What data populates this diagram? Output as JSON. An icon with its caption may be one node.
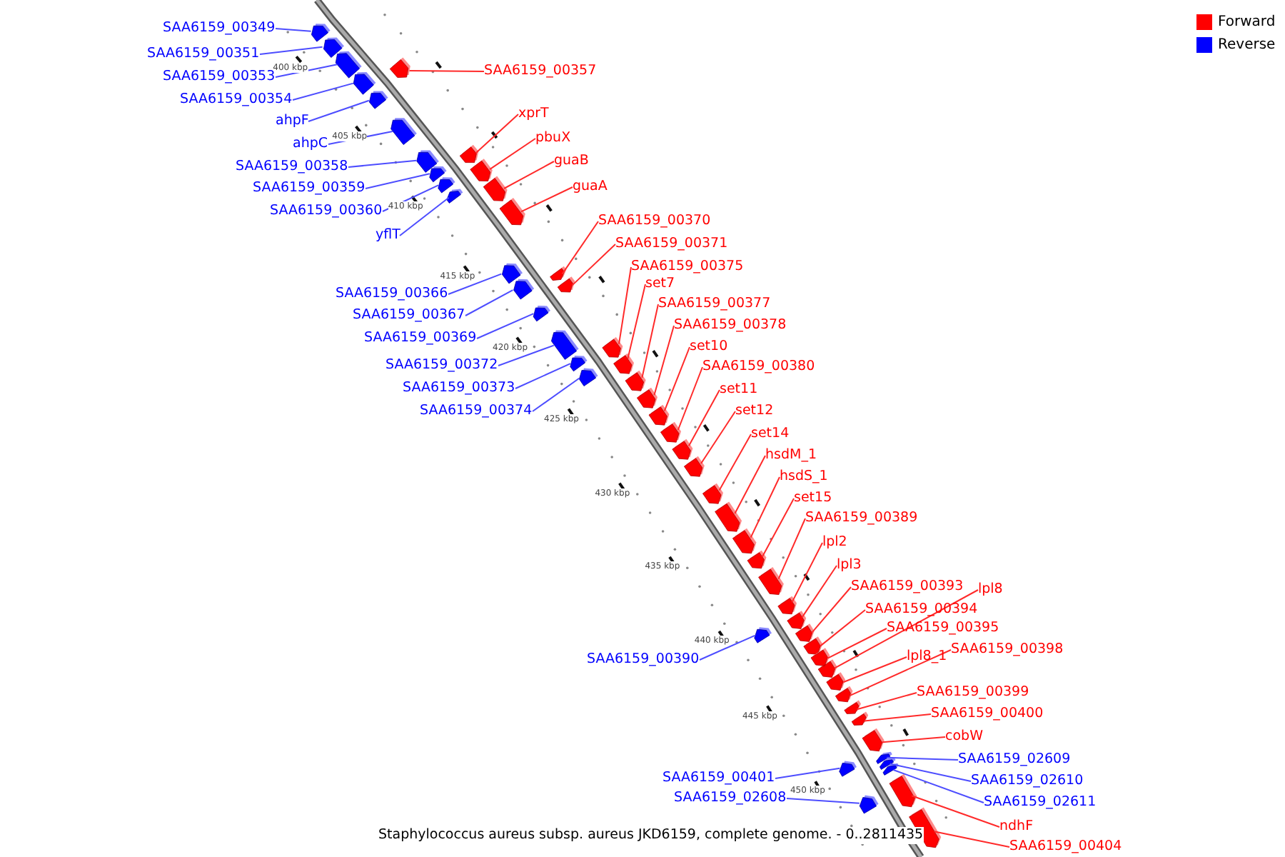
{
  "diagram": {
    "caption": "Staphylococcus aureus subsp. aureus JKD6159, complete genome. - 0..2811435",
    "nodes": [
      {
        "text": [
          "SAA6159_00349"
        ]
      },
      {
        "text": [
          "SAA6159_00351"
        ]
      },
      {
        "text": [
          "SAA6159_00353"
        ]
      },
      {
        "text": [
          "SAA6159_00357"
        ]
      },
      {
        "text": [
          "SAA6159_00354"
        ]
      },
      {
        "text": [
          "ahpF"
        ]
      },
      {
        "text": [
          "xprT"
        ]
      },
      {
        "text": [
          "pbuX"
        ]
      },
      {
        "text": [
          "ahpC"
        ]
      },
      {
        "text": [
          "guaB"
        ]
      },
      {
        "text": [
          "SAA6159_00358"
        ]
      },
      {
        "text": [
          "guaA"
        ]
      },
      {
        "text": [
          "SAA6159_00359"
        ]
      },
      {
        "text": [
          "SAA6159_00360"
        ]
      },
      {
        "text": [
          "SAA6159_00370"
        ]
      },
      {
        "text": [
          "yflT"
        ]
      },
      {
        "text": [
          "SAA6159_00371"
        ]
      },
      {
        "text": [
          "SAA6159_00375"
        ]
      },
      {
        "text": [
          "set7"
        ]
      },
      {
        "text": [
          "SAA6159_00366"
        ]
      },
      {
        "text": [
          "SAA6159_00377"
        ]
      },
      {
        "text": [
          "SAA6159_00367"
        ]
      },
      {
        "text": [
          "SAA6159_00378"
        ]
      },
      {
        "text": [
          "SAA6159_00369"
        ]
      },
      {
        "text": [
          "set10"
        ]
      },
      {
        "text": [
          "SAA6159_00372"
        ]
      },
      {
        "text": [
          "SAA6159_00380"
        ]
      },
      {
        "text": [
          "SAA6159_00373"
        ]
      },
      {
        "text": [
          "set11"
        ]
      },
      {
        "text": [
          "SAA6159_00374"
        ]
      },
      {
        "text": [
          "set12"
        ]
      },
      {
        "text": [
          "set14"
        ]
      },
      {
        "text": [
          "hsdM_1"
        ]
      },
      {
        "text": [
          "hsdS_1"
        ]
      },
      {
        "text": [
          "set15"
        ]
      },
      {
        "text": [
          "SAA6159_00389"
        ]
      },
      {
        "text": [
          "lpl2"
        ]
      },
      {
        "text": [
          "lpl3"
        ]
      },
      {
        "text": [
          "SAA6159_00393"
        ]
      },
      {
        "text": [
          "lpl8"
        ]
      },
      {
        "text": [
          "SAA6159_00394"
        ]
      },
      {
        "text": [
          "SAA6159_00395"
        ]
      },
      {
        "text": [
          "SAA6159_00398"
        ]
      },
      {
        "text": [
          "lpl8_1"
        ]
      },
      {
        "text": [
          "SAA6159_00390"
        ]
      },
      {
        "text": [
          "SAA6159_00399"
        ]
      },
      {
        "text": [
          "SAA6159_00400"
        ]
      },
      {
        "text": [
          "cobW"
        ]
      },
      {
        "text": [
          "SAA6159_02609"
        ]
      },
      {
        "text": [
          "SAA6159_00401"
        ]
      },
      {
        "text": [
          "SAA6159_02610"
        ]
      },
      {
        "text": [
          "SAA6159_02608"
        ]
      },
      {
        "text": [
          "SAA6159_02611"
        ]
      },
      {
        "text": [
          "ndhF"
        ]
      },
      {
        "text": [
          "SAA6159_00404"
        ]
      },
      {
        "text": [],
        "shape": "bar"
      },
      {
        "text": [],
        "shape": "bar"
      },
      {
        "text": [],
        "shape": "bar"
      },
      {
        "text": [],
        "shape": "bar"
      },
      {
        "text": [],
        "shape": "bar"
      },
      {
        "text": [],
        "shape": "bar"
      },
      {
        "text": [],
        "shape": "bar"
      },
      {
        "text": [],
        "shape": "bar"
      },
      {
        "text": [],
        "shape": "bar"
      },
      {
        "text": [],
        "shape": "bar"
      },
      {
        "text": [],
        "shape": "bar"
      },
      {
        "text": [],
        "shape": "bar"
      },
      {
        "text": [],
        "shape": "bar"
      },
      {
        "text": [],
        "shape": "bar"
      },
      {
        "text": [],
        "shape": "bar"
      },
      {
        "text": [],
        "shape": "bar"
      },
      {
        "text": [],
        "shape": "bar"
      },
      {
        "text": [],
        "shape": "bar"
      },
      {
        "text": [],
        "shape": "bar"
      },
      {
        "text": [],
        "shape": "bar"
      },
      {
        "text": [],
        "shape": "bar"
      },
      {
        "text": [],
        "shape": "bar"
      },
      {
        "text": [],
        "shape": "bar"
      },
      {
        "text": [],
        "shape": "bar"
      },
      {
        "text": [],
        "shape": "bar"
      },
      {
        "text": [],
        "shape": "bar"
      },
      {
        "text": [],
        "shape": "bar"
      },
      {
        "text": [],
        "shape": "bar"
      },
      {
        "text": [],
        "shape": "bar"
      },
      {
        "text": [],
        "shape": "bar"
      },
      {
        "text": [],
        "shape": "bar"
      },
      {
        "text": [],
        "shape": "bar"
      },
      {
        "text": [],
        "shape": "bar"
      },
      {
        "text": [],
        "shape": "bar"
      },
      {
        "text": [],
        "shape": "bar"
      },
      {
        "text": [],
        "shape": "bar"
      },
      {
        "text": [],
        "shape": "bar"
      },
      {
        "text": [],
        "shape": "bar"
      },
      {
        "text": [],
        "shape": "bar"
      },
      {
        "text": [],
        "shape": "bar"
      },
      {
        "text": [],
        "shape": "bar"
      },
      {
        "text": [],
        "shape": "bar"
      },
      {
        "text": [],
        "shape": "bar"
      },
      {
        "text": [],
        "shape": "bar"
      },
      {
        "text": [],
        "shape": "bar"
      },
      {
        "text": [],
        "shape": "bar"
      },
      {
        "text": [],
        "shape": "bar"
      },
      {
        "text": [],
        "shape": "bar"
      },
      {
        "text": [],
        "shape": "bar"
      },
      {
        "text": [],
        "shape": "bar"
      },
      {
        "text": [],
        "shape": "bar"
      },
      {
        "text": [],
        "shape": "bar"
      },
      {
        "text": [],
        "shape": "bar"
      },
      {
        "text": [],
        "shape": "bar"
      },
      {
        "text": [],
        "shape": "bar"
      }
    ],
    "edges": [
      {
        "from": 0,
        "to": 55,
        "arrow": "none",
        "color": "#4d4dff"
      },
      {
        "from": 1,
        "to": 56,
        "arrow": "none",
        "color": "#4d4dff"
      },
      {
        "from": 2,
        "to": 57,
        "arrow": "none",
        "color": "#4d4dff"
      },
      {
        "from": 3,
        "to": 58,
        "arrow": "none"
      },
      {
        "from": 4,
        "to": 59,
        "arrow": "none",
        "color": "#4d4dff"
      },
      {
        "from": 5,
        "to": 60,
        "arrow": "none",
        "color": "#4d4dff"
      },
      {
        "from": 6,
        "to": 61,
        "arrow": "none"
      },
      {
        "from": 7,
        "to": 62,
        "arrow": "none"
      },
      {
        "from": 8,
        "to": 63,
        "arrow": "none",
        "color": "#4d4dff"
      },
      {
        "from": 9,
        "to": 64,
        "arrow": "none"
      },
      {
        "from": 10,
        "to": 65,
        "arrow": "none",
        "color": "#4d4dff"
      },
      {
        "from": 11,
        "to": 66,
        "arrow": "none"
      },
      {
        "from": 12,
        "to": 67,
        "arrow": "none",
        "color": "#4d4dff"
      },
      {
        "from": 13,
        "to": 68,
        "arrow": "none",
        "color": "#4d4dff"
      },
      {
        "from": 14,
        "to": 69,
        "arrow": "none"
      },
      {
        "from": 15,
        "to": 70,
        "arrow": "none",
        "color": "#4d4dff"
      },
      {
        "from": 16,
        "to": 71,
        "arrow": "none"
      },
      {
        "from": 17,
        "to": 72,
        "arrow": "none"
      },
      {
        "from": 18,
        "to": 73,
        "arrow": "none"
      },
      {
        "from": 19,
        "to": 74,
        "arrow": "none",
        "color": "#4d4dff"
      },
      {
        "from": 20,
        "to": 75,
        "arrow": "none"
      },
      {
        "from": 21,
        "to": 76,
        "arrow": "none",
        "color": "#4d4dff"
      },
      {
        "from": 22,
        "to": 77,
        "arrow": "none"
      },
      {
        "from": 23,
        "to": 78,
        "arrow": "none",
        "color": "#4d4dff"
      },
      {
        "from": 24,
        "to": 79,
        "arrow": "none"
      },
      {
        "from": 25,
        "to": 80,
        "arrow": "none",
        "color": "#4d4dff"
      },
      {
        "from": 26,
        "to": 81,
        "arrow": "none"
      },
      {
        "from": 27,
        "to": 82,
        "arrow": "none",
        "color": "#4d4dff"
      },
      {
        "from": 28,
        "to": 83,
        "arrow": "none"
      },
      {
        "from": 29,
        "to": 84,
        "arrow": "none",
        "color": "#4d4dff"
      },
      {
        "from": 30,
        "to": 85,
        "arrow": "none"
      },
      {
        "from": 31,
        "to": 86,
        "arrow": "none"
      },
      {
        "from": 32,
        "to": 87,
        "arrow": "none"
      },
      {
        "from": 33,
        "to": 88,
        "arrow": "none"
      },
      {
        "from": 34,
        "to": 89,
        "arrow": "none"
      },
      {
        "from": 35,
        "to": 90,
        "arrow": "none"
      },
      {
        "from": 36,
        "to": 91,
        "arrow": "none"
      },
      {
        "from": 37,
        "to": 92,
        "arrow": "none"
      },
      {
        "from": 38,
        "to": 93,
        "arrow": "none"
      },
      {
        "from": 39,
        "to": 94,
        "arrow": "none"
      },
      {
        "from": 40,
        "to": 95,
        "arrow": "none"
      },
      {
        "from": 41,
        "to": 96,
        "arrow": "none"
      },
      {
        "from": 42,
        "to": 97,
        "arrow": "none"
      },
      {
        "from": 43,
        "to": 98,
        "arrow": "none"
      },
      {
        "from": 44,
        "to": 99,
        "arrow": "none",
        "color": "#4d4dff"
      },
      {
        "from": 45,
        "to": 100,
        "arrow": "none"
      },
      {
        "from": 46,
        "to": 101,
        "arrow": "none"
      },
      {
        "from": 47,
        "to": 102,
        "arrow": "none"
      },
      {
        "from": 48,
        "to": 103,
        "arrow": "none",
        "color": "#4d4dff"
      },
      {
        "from": 49,
        "to": 104,
        "arrow": "none",
        "color": "#4d4dff"
      },
      {
        "from": 50,
        "to": 105,
        "arrow": "none",
        "color": "#4d4dff"
      },
      {
        "from": 51,
        "to": 106,
        "arrow": "none",
        "color": "#4d4dff"
      },
      {
        "from": 52,
        "to": 107,
        "arrow": "none",
        "color": "#4d4dff"
      },
      {
        "from": 53,
        "to": 108,
        "arrow": "none"
      },
      {
        "from": 54,
        "to": 109,
        "arrow": "none"
      }
    ],
    "labels": [
      "400 kbp",
      "405 kbp",
      "410 kbp",
      "415 kbp",
      "420 kbp",
      "425 kbp",
      "430 kbp",
      "435 kbp",
      "440 kbp",
      "445 kbp",
      "450 kbp"
    ],
    "legend": [
      {
        "text": "Forward",
        "color": "#ff0000"
      },
      {
        "text": "Reverse",
        "color": "#0000ff"
      }
    ]
  }
}
